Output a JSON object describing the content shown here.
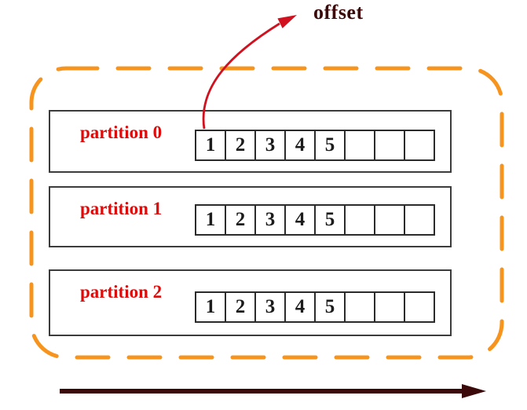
{
  "offset_label": "offset",
  "partitions": [
    {
      "label": "partition 0",
      "cells": [
        "1",
        "2",
        "3",
        "4",
        "5",
        "",
        "",
        ""
      ]
    },
    {
      "label": "partition 1",
      "cells": [
        "1",
        "2",
        "3",
        "4",
        "5",
        "",
        "",
        ""
      ]
    },
    {
      "label": "partition 2",
      "cells": [
        "1",
        "2",
        "3",
        "4",
        "5",
        "",
        "",
        ""
      ]
    }
  ],
  "colors": {
    "accent-orange": "#f7941e",
    "label-red": "#de0b0b",
    "arrow-red": "#d01220",
    "dark-maroon": "#3b0909"
  }
}
